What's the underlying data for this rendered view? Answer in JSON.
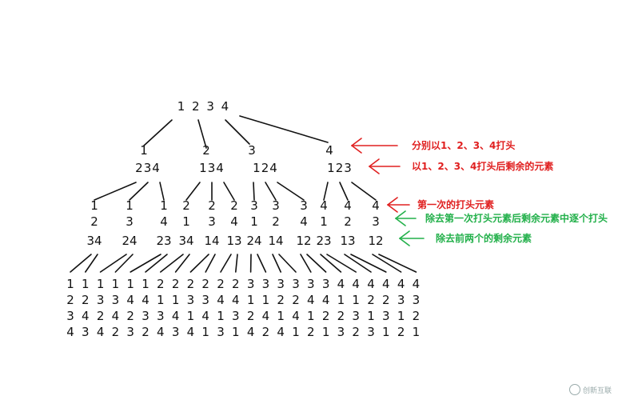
{
  "tree": {
    "root": "1 2 3 4",
    "level1": [
      {
        "head": "1",
        "rest": "234"
      },
      {
        "head": "2",
        "rest": "134"
      },
      {
        "head": "3",
        "rest": "124"
      },
      {
        "head": "4",
        "rest": "123"
      }
    ],
    "level2": [
      {
        "first": "1",
        "head": "2",
        "rest": "34"
      },
      {
        "first": "1",
        "head": "3",
        "rest": "24"
      },
      {
        "first": "1",
        "head": "4",
        "rest": "23"
      },
      {
        "first": "2",
        "head": "1",
        "rest": "34"
      },
      {
        "first": "2",
        "head": "3",
        "rest": "14"
      },
      {
        "first": "2",
        "head": "4",
        "rest": "13"
      },
      {
        "first": "3",
        "head": "1",
        "rest": "24"
      },
      {
        "first": "3",
        "head": "2",
        "rest": "14"
      },
      {
        "first": "3",
        "head": "4",
        "rest": "12"
      },
      {
        "first": "4",
        "head": "1",
        "rest": "23"
      },
      {
        "first": "4",
        "head": "2",
        "rest": "13"
      },
      {
        "first": "4",
        "head": "3",
        "rest": "12"
      }
    ],
    "leaves": [
      "1234",
      "1243",
      "1324",
      "1342",
      "1423",
      "1432",
      "2134",
      "2143",
      "2314",
      "2341",
      "2413",
      "2431",
      "3124",
      "3142",
      "3214",
      "3241",
      "3412",
      "3421",
      "4123",
      "4132",
      "4213",
      "4231",
      "4312",
      "4321"
    ]
  },
  "annotations": [
    {
      "text": "分别以1、2、3、4打头",
      "color": "#e02020"
    },
    {
      "text": "以1、2、3、4打头后剩余的元素",
      "color": "#e02020"
    },
    {
      "text": "第一次的打头元素",
      "color": "#e02020"
    },
    {
      "text": "除去第一次打头元素后剩余元素中逐个打头",
      "color": "#22b04a"
    },
    {
      "text": "除去前两个的剩余元素",
      "color": "#22b04a"
    }
  ],
  "watermark": "创新互联"
}
